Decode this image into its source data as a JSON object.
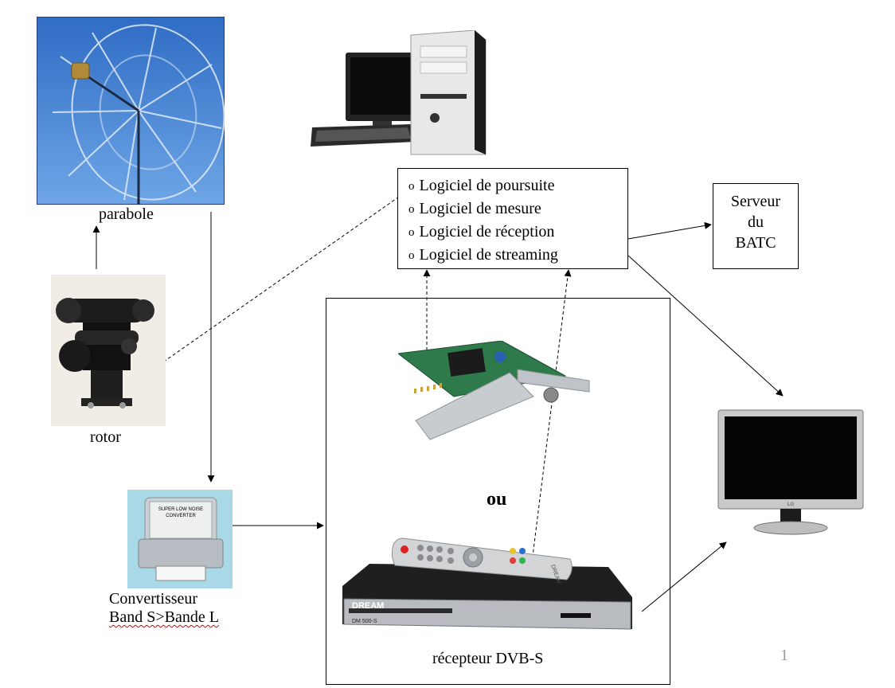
{
  "labels": {
    "parabole": "parabole",
    "rotor": "rotor",
    "convertisseur_line1": "Convertisseur",
    "convertisseur_line2": "Band S>Bande L",
    "ou": "ou",
    "recepteur": "récepteur DVB-S",
    "page_number": "1"
  },
  "software_box": {
    "items": [
      "Logiciel de poursuite",
      "Logiciel de mesure",
      "Logiciel de réception",
      "Logiciel de streaming"
    ],
    "bullet": "o"
  },
  "server_box": {
    "line1": "Serveur",
    "line2": "du",
    "line3": "BATC"
  },
  "device_text": {
    "converter_line1": "SUPER LOW NOISE",
    "converter_line2": "CONVERTER",
    "receiver_brand": "DREAM",
    "receiver_model": "DM 500-S",
    "remote_brand": "DREAM",
    "monitor_brand": "LG"
  },
  "colors": {
    "sky": "#3f7fd0",
    "converter_bg": "#a9d8e6",
    "arrow": "#000000"
  }
}
